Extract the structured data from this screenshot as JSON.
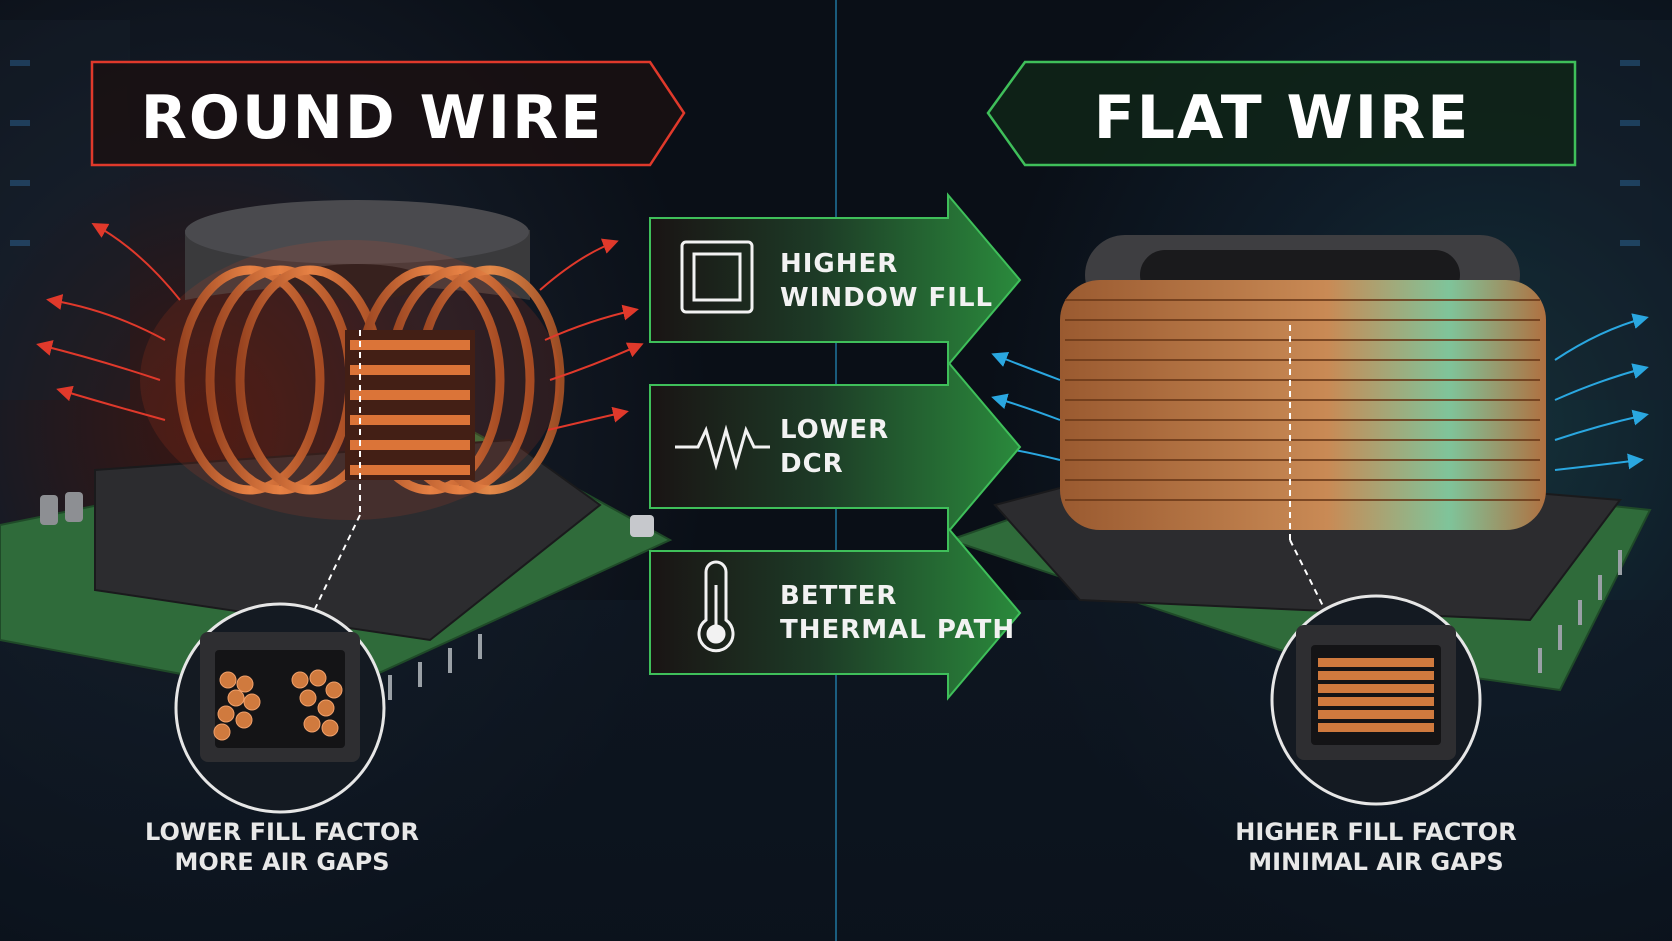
{
  "left": {
    "title": "ROUND WIRE",
    "caption_line1": "LOWER FILL FACTOR",
    "caption_line2": "MORE AIR GAPS",
    "accent": "#e0392b"
  },
  "right": {
    "title": "FLAT WIRE",
    "caption_line1": "HIGHER FILL FACTOR",
    "caption_line2": "MINIMAL AIR GAPS",
    "accent": "#3fbf5a"
  },
  "benefits": [
    {
      "icon": "window-fill-icon",
      "line1": "HIGHER",
      "line2": "WINDOW FILL"
    },
    {
      "icon": "resistor-icon",
      "line1": "LOWER",
      "line2": "DCR"
    },
    {
      "icon": "thermometer-icon",
      "line1": "BETTER",
      "line2": "THERMAL PATH"
    }
  ],
  "colors": {
    "copper": "#c8743a",
    "core": "#3a3a3c",
    "pcb": "#2f6b3a",
    "airflow": "#2aa7e0"
  }
}
